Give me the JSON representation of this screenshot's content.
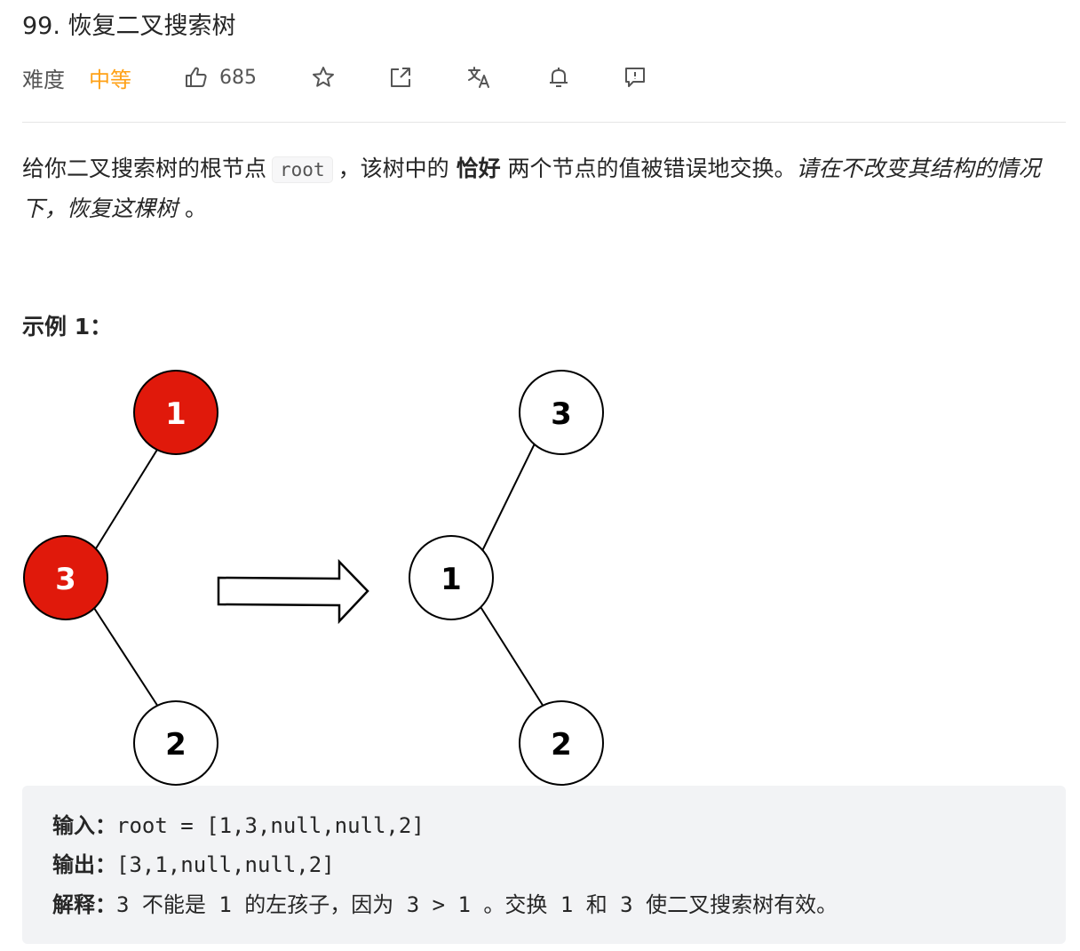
{
  "problem": {
    "title": "99. 恢复二叉搜索树",
    "difficulty_label": "难度",
    "difficulty_value": "中等",
    "likes": "685"
  },
  "toolbar": {
    "icons": [
      "thumbs-up-icon",
      "star-icon",
      "share-icon",
      "translate-icon",
      "bell-icon",
      "feedback-icon"
    ]
  },
  "description": {
    "part1": "给你二叉搜索树的根节点",
    "code_root": "root",
    "part2": "，该树中的",
    "bold": "恰好",
    "part3": "两个节点的值被错误地交换。",
    "italic": "请在不改变其结构的情况下，恢复这棵树",
    "part4": "。"
  },
  "example": {
    "heading": "示例 1：",
    "figure": {
      "before": {
        "root": "1",
        "left": "3",
        "left_right": "2"
      },
      "after": {
        "root": "3",
        "left": "1",
        "left_right": "2"
      },
      "highlight_color": "#e0190b"
    },
    "input_label": "输入：",
    "input_value": "root = [1,3,null,null,2]",
    "output_label": "输出：",
    "output_value": "[3,1,null,null,2]",
    "explain_label": "解释：",
    "explain_value": "3 不能是 1 的左孩子，因为 3 > 1 。交换 1 和 3 使二叉搜索树有效。"
  },
  "colors": {
    "accent_orange": "#ffa116",
    "code_bg": "#f2f3f5"
  }
}
